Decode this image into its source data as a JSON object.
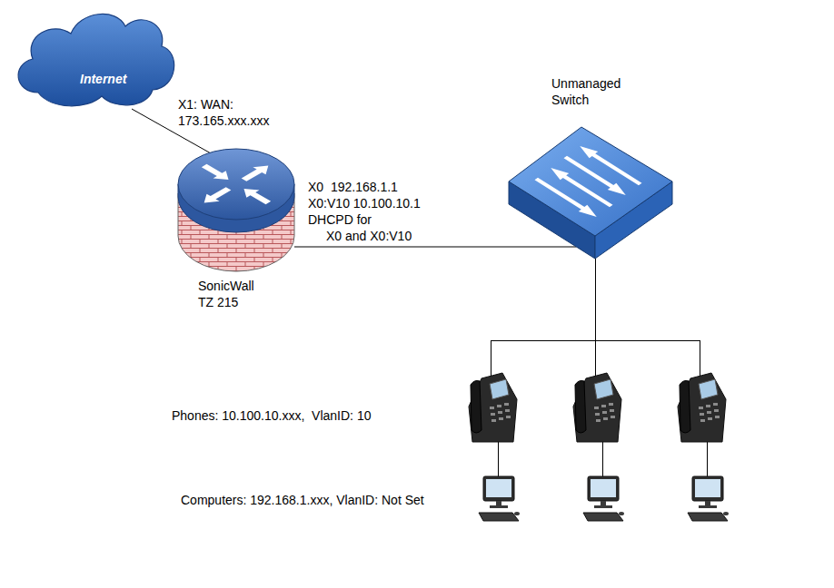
{
  "diagram": {
    "nodes": [
      {
        "text": [
          "Internet"
        ]
      },
      {
        "text": [
          "SonicWall TZ 215"
        ]
      },
      {
        "text": [
          "Unmanaged Switch"
        ]
      }
    ],
    "edges": [
      {
        "from": 0,
        "to": 1,
        "arrow": "none"
      },
      {
        "from": 1,
        "to": 2,
        "arrow": "none"
      }
    ],
    "labels": [
      "X1: WAN:",
      "173.165.xxx.xxx",
      "X0  192.168.1.1",
      "X0:V10 10.100.10.1",
      "DHCPD for",
      "X0 and X0:V10",
      "Phones: 10.100.10.xxx,  VlanID: 10",
      "Computers: 192.168.1.xxx, VlanID: Not Set"
    ]
  }
}
